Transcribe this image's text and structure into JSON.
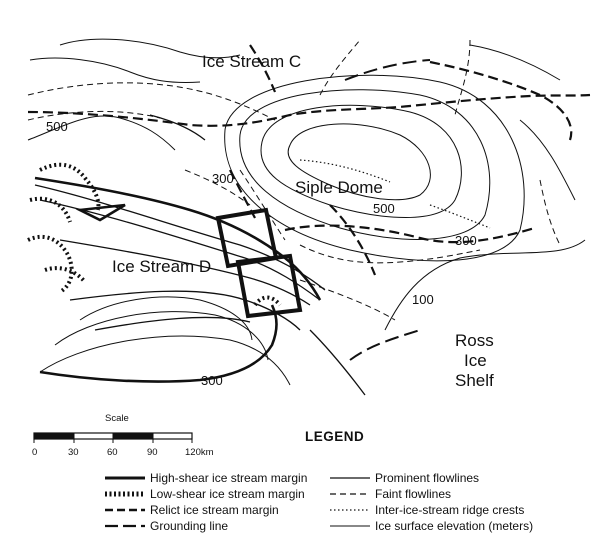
{
  "map": {
    "places": {
      "ice_stream_c": "Ice Stream C",
      "ice_stream_d": "Ice Stream D",
      "siple_dome": "Siple Dome",
      "ross_ice_shelf": [
        "Ross",
        "Ice",
        "Shelf"
      ]
    },
    "contour_labels": [
      "500",
      "300",
      "500",
      "300",
      "100",
      "300"
    ],
    "study_areas": 2
  },
  "scale": {
    "title": "Scale",
    "ticks": [
      "0",
      "30",
      "60",
      "90",
      "120km"
    ]
  },
  "legend": {
    "title": "LEGEND",
    "left_items": [
      {
        "label": "High-shear ice stream margin",
        "symbol": "high-shear-margin"
      },
      {
        "label": "Low-shear ice stream margin",
        "symbol": "low-shear-margin"
      },
      {
        "label": "Relict ice stream margin",
        "symbol": "relict-margin"
      },
      {
        "label": "Grounding line",
        "symbol": "grounding-line"
      }
    ],
    "right_items": [
      {
        "label": "Prominent flowlines",
        "symbol": "prominent-flowline"
      },
      {
        "label": "Faint flowlines",
        "symbol": "faint-flowline"
      },
      {
        "label": "Inter-ice-stream ridge crests",
        "symbol": "ridge-crest"
      },
      {
        "label": "Ice surface elevation (meters)",
        "symbol": "elevation-contour"
      }
    ]
  },
  "colors": {
    "ink": "#111111",
    "paper": "#ffffff"
  }
}
